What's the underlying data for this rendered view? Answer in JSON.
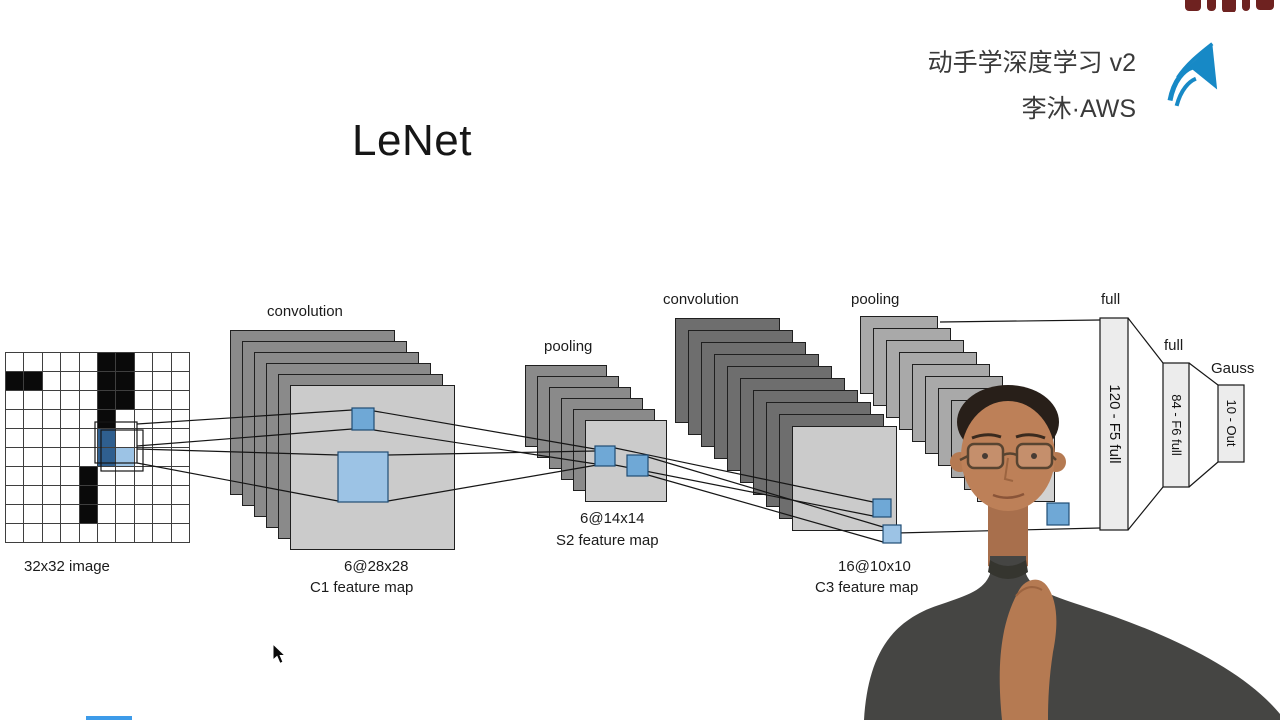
{
  "header": {
    "course_title": "动手学深度学习 v2",
    "author": "李沐·AWS"
  },
  "slide": {
    "title": "LeNet"
  },
  "diagram": {
    "input_label": "32x32 image",
    "input_grid": [
      ".....BB...",
      "BB...BB...",
      ".....BB...",
      ".....B....",
      ".....D....",
      ".....DL...",
      "....B.....",
      "....B.....",
      "....B.....",
      ".........."
    ],
    "op_labels": {
      "conv1": "convolution",
      "pool1": "pooling",
      "conv2": "convolution",
      "pool2": "pooling",
      "full1": "full",
      "full2": "full",
      "gauss": "Gauss"
    },
    "layer_labels": {
      "c1_shape": "6@28x28",
      "c1_name": "C1 feature map",
      "s2_shape": "6@14x14",
      "s2_name": "S2 feature map",
      "c3_shape": "16@10x10",
      "c3_name": "C3 feature map",
      "f5": "120 - F5 full",
      "f6": "84 - F6 full",
      "out": "10 - Out"
    },
    "colors": {
      "map_front": "#cbcbcb",
      "map_back": "#8a8a8a",
      "map_back_dark": "#6e6e6e",
      "map_back_light": "#a9a9a9",
      "map_front_light": "#d2d2d2",
      "highlight_dark": "#2f5f8f",
      "highlight_light": "#9cc3e5",
      "highlight_mid": "#6fa8d6",
      "fc_fill": "#ececec",
      "logo_blue": "#1789c6"
    }
  }
}
